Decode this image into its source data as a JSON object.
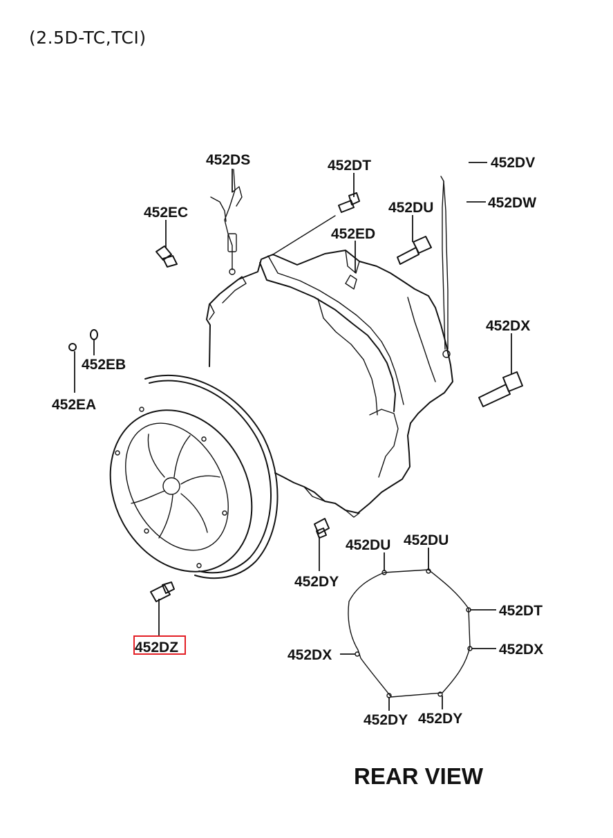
{
  "title": "(2.5D-TC,TCI)",
  "rear_view": "REAR VIEW",
  "highlighted": "452DZ",
  "labels": {
    "ds": "452DS",
    "dt": "452DT",
    "dv": "452DV",
    "dw": "452DW",
    "ec": "452EC",
    "du": "452DU",
    "ed": "452ED",
    "dx": "452DX",
    "eb": "452EB",
    "ea": "452EA",
    "dy": "452DY",
    "dz": "452DZ"
  },
  "rear_labels": {
    "du_left": "452DU",
    "du_right": "452DU",
    "dt": "452DT",
    "dx_left": "452DX",
    "dx_right": "452DX",
    "dy_left": "452DY",
    "dy_right": "452DY"
  },
  "colors": {
    "line": "#111111",
    "highlight": "#e31e24"
  }
}
